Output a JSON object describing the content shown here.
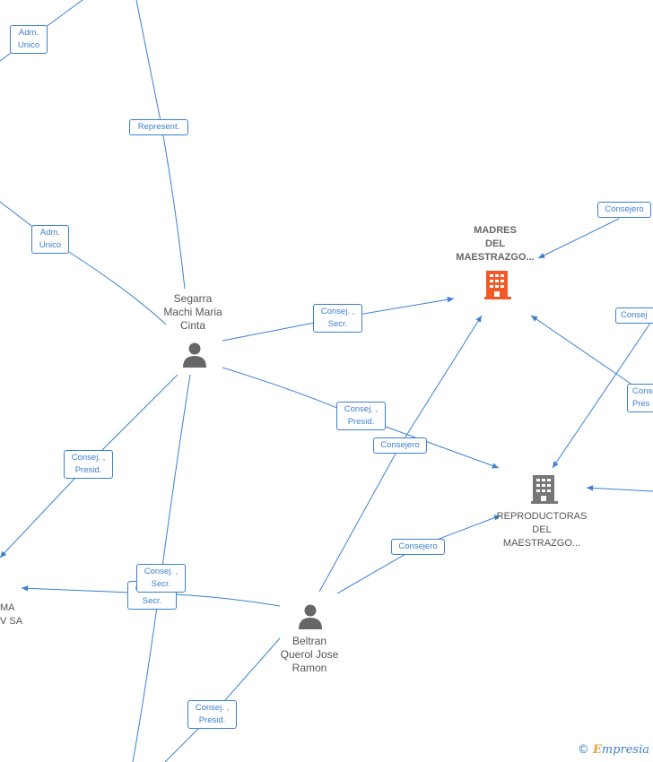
{
  "nodes": {
    "segarra": "Segarra\nMachi Maria\nCinta",
    "beltran": "Beltran\nQuerol Jose\nRamon",
    "madres": "MADRES\nDEL\nMAESTRAZGO...",
    "reproductoras": "REPRODUCTORAS\nDEL\nMAESTRAZGO...",
    "left_company": "MA\nV SA"
  },
  "edge_labels": {
    "adm_unico_top": "Adm.\nUnico",
    "represent": "Represent.",
    "adm_unico_mid": "Adm.\nUnico",
    "consejero_top_right": "Consejero",
    "consej_secr_madres": "Consej. ,\nSecr.",
    "consej_right_edge": "Consej",
    "consej_presid_repro": "Consej. ,\nPresid.",
    "consej_presid_right": "Consej\nPres",
    "consejero_beltran_madres": "Consejero",
    "consej_presid_left": "Consej. ,\nPresid.",
    "consejero_beltran_repro": "Consejero",
    "consej_secr_back": "Consej. ,\nSecr.",
    "consej_secr_front": "Consej. ,\nSecr.",
    "consej_presid_bottom": "Consej. ,\nPresid."
  },
  "colors": {
    "edge": "#3d7fd0",
    "person_icon": "#666666",
    "highlight_company": "#f05a28",
    "company": "#777777"
  },
  "watermark": {
    "copyright": "©",
    "brand_initial": "E",
    "brand_rest": "mpresia"
  }
}
